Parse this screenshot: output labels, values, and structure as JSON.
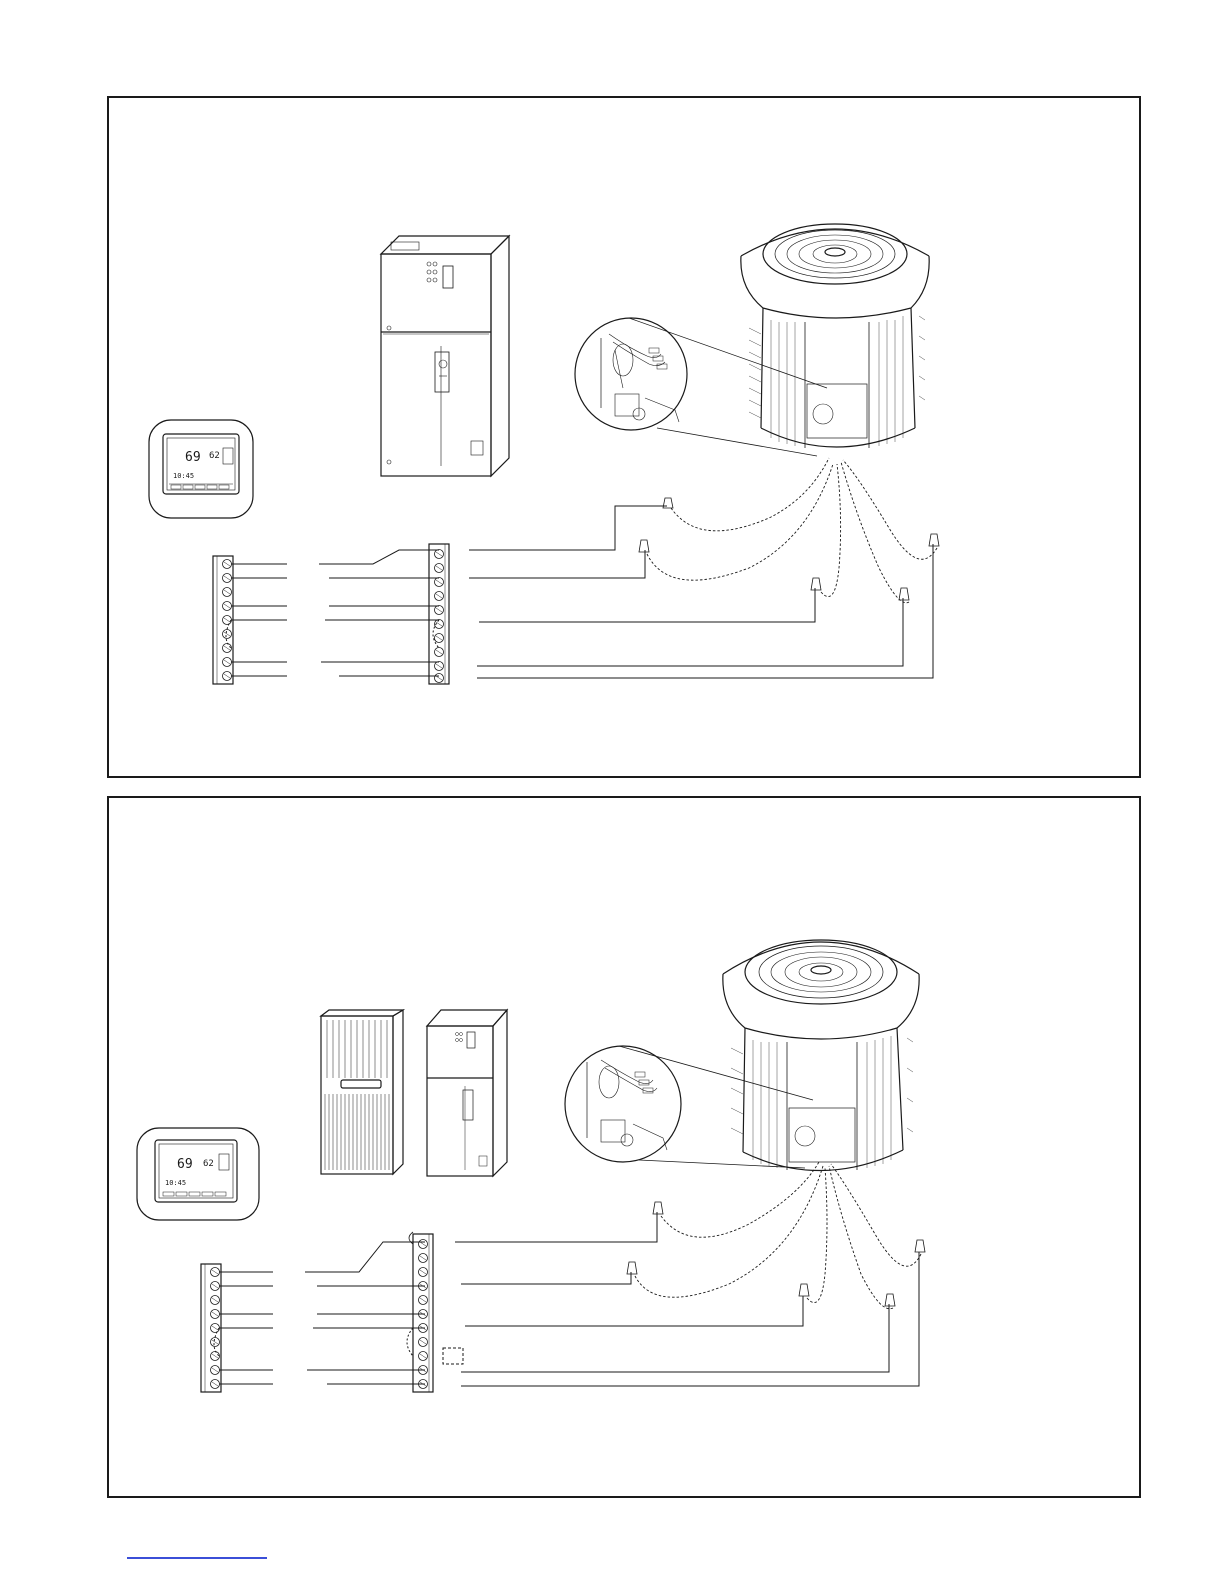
{
  "panels": [
    {
      "thermostat": {
        "set_temp": "69",
        "outside_temp": "62",
        "clock": "10:45"
      },
      "components": [
        "thermostat",
        "air-handler",
        "outdoor-unit",
        "wiring-detail",
        "thermostat-terminal-strip",
        "indoor-terminal-strip"
      ]
    },
    {
      "thermostat": {
        "set_temp": "69",
        "outside_temp": "62",
        "clock": "10:45"
      },
      "components": [
        "thermostat",
        "furnace",
        "air-handler",
        "outdoor-unit",
        "wiring-detail",
        "thermostat-terminal-strip",
        "indoor-terminal-strip",
        "optional-jumper"
      ]
    }
  ],
  "colors": {
    "line": "#1a1a1a",
    "page": "#ffffff",
    "link": "#3b4fd8"
  }
}
